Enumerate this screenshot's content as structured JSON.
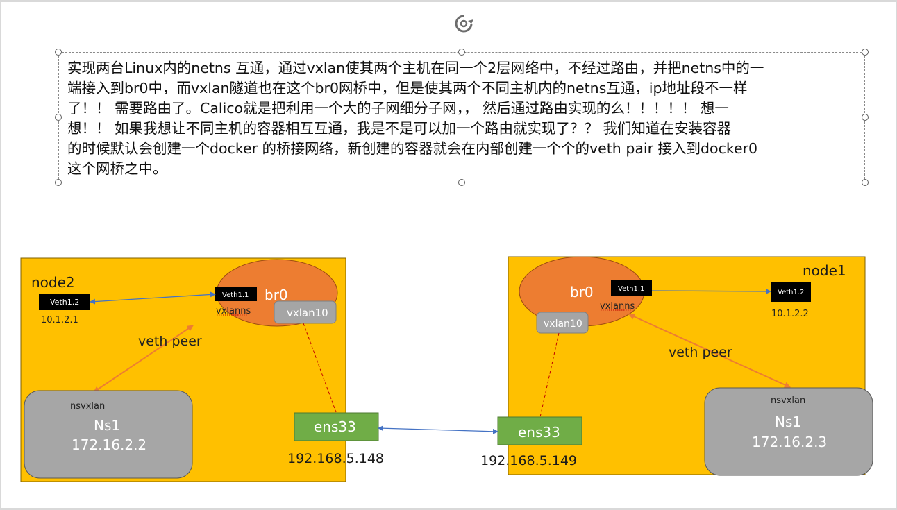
{
  "description": {
    "lines": [
      "实现两台Linux内的netns 互通，通过vxlan使其两个主机在同一个2层网络中，不经过路由，并把netns中的一",
      "端接入到br0中，而vxlan隧道也在这个br0网桥中，但是使其两个不同主机内的netns互通，ip地址段不一样",
      "了！！ 需要路由了。Calico就是把利用一个大的子网细分子网，， 然后通过路由实现的么！！！！！ 想一",
      "想！！ 如果我想让不同主机的容器相互互通，我是不是可以加一个路由就实现了？？ 我们知道在安装容器",
      "的时候默认会创建一个docker 的桥接网络，新创建的容器就会在内部创建一个个的veth pair 接入到docker0",
      "这个网桥之中。"
    ]
  },
  "node2": {
    "name": "node2",
    "br0": "br0",
    "veth_br": "Veth1.1",
    "vxlanns": "vxlanns",
    "vxlan": "vxlan10",
    "veth_out": "Veth1.2",
    "veth_out_ip": "10.1.2.1",
    "veth_peer": "veth peer",
    "ns_label": "nsvxlan",
    "ns_name": "Ns1",
    "ns_ip": "172.16.2.2",
    "nic": "ens33",
    "nic_ip": "192.168.5.148"
  },
  "node1": {
    "name": "node1",
    "br0": "br0",
    "veth_br": "Veth1.1",
    "vxlanns": "vxlanns",
    "vxlan": "vxlan10",
    "veth_out": "Veth1.2",
    "veth_out_ip": "10.1.2.2",
    "veth_peer": "veth peer",
    "ns_label": "nsvxlan",
    "ns_name": "Ns1",
    "ns_ip": "172.16.2.3",
    "nic": "ens33",
    "nic_ip": "192.168.5.149"
  },
  "colors": {
    "node_bg": "#FFC000",
    "bridge": "#ED7D31",
    "vxlan_box": "#A5A5A5",
    "ns_box": "#A6A6A6",
    "nic_box": "#70AD47",
    "veth_box": "#000000",
    "link_blue": "#4472C4",
    "link_orange": "#ED7D31",
    "tunnel_red": "#C00000"
  }
}
